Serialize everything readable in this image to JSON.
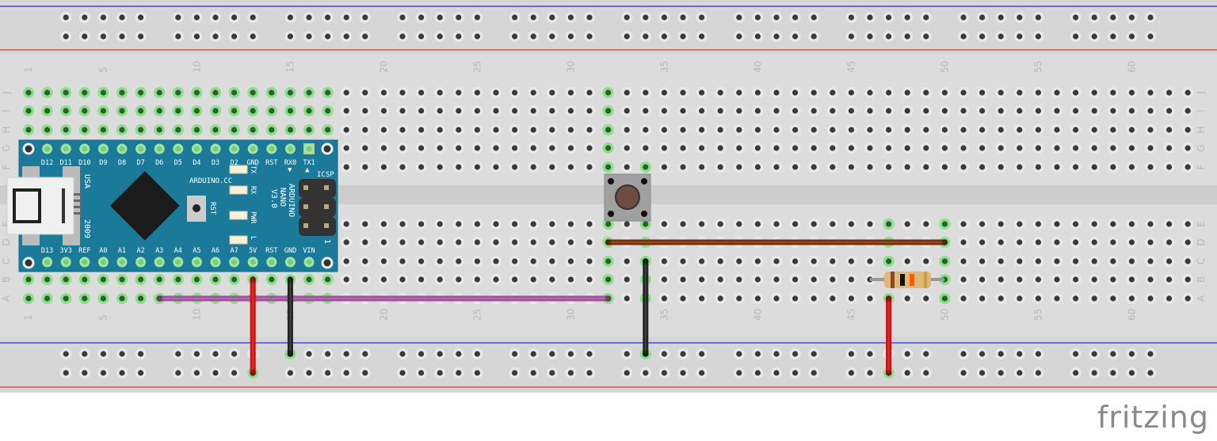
{
  "breadboard": {
    "column_count": 63,
    "column_labels": [
      "1",
      "5",
      "10",
      "15",
      "20",
      "25",
      "30",
      "35",
      "40",
      "45",
      "50",
      "55",
      "60"
    ],
    "row_labels_top": [
      "J",
      "I",
      "H",
      "G",
      "F"
    ],
    "row_labels_bottom": [
      "E",
      "D",
      "C",
      "B",
      "A"
    ]
  },
  "arduino": {
    "top_pins": [
      "D12",
      "D11",
      "D10",
      "D9",
      "D8",
      "D7",
      "D6",
      "D5",
      "D4",
      "D3",
      "D2",
      "GND",
      "RST",
      "RX0",
      "TX1"
    ],
    "bottom_pins": [
      "D13",
      "3V3",
      "REF",
      "A0",
      "A1",
      "A2",
      "A3",
      "A4",
      "A5",
      "A6",
      "A7",
      "5V",
      "RST",
      "GND",
      "VIN"
    ],
    "brand": "ARDUINO.CC",
    "model": [
      "ARDUINO",
      "NANO",
      "V3.0"
    ],
    "leds": [
      "TX",
      "RX",
      "PWR",
      "L"
    ],
    "reset_label": "RST",
    "icsp_label": "ICSP",
    "icsp_pin1": "1",
    "usa": "USA",
    "year": "2009"
  },
  "colors": {
    "board": "#dcdcdc",
    "pcb": "#1b7a99",
    "wire_purple": "#a0529e",
    "wire_red": "#cc1111",
    "wire_black": "#222222",
    "wire_brown": "#7a2e06",
    "rail_blue": "#2a2ae0",
    "rail_red": "#e03030",
    "hole_green": "#6fdc6f"
  },
  "logo": "fritzing"
}
